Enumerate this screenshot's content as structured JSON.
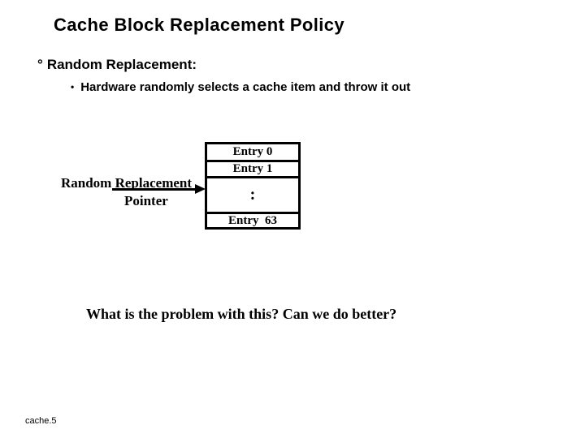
{
  "slide": {
    "title": "Cache Block Replacement Policy",
    "bullets": {
      "main_marker": "°",
      "main": "Random Replacement:",
      "sub_marker": "•",
      "sub": "Hardware randomly selects a cache item and throw it out"
    },
    "diagram": {
      "pointer_label_line1": "Random Replacement",
      "pointer_label_line2": "Pointer",
      "entries": [
        "Entry 0",
        "Entry 1",
        ":",
        "Entry  63"
      ]
    },
    "question": "What is the problem with this? Can we do better?",
    "footer": "cache.5",
    "colors": {
      "text": "#000000",
      "background": "#ffffff",
      "line": "#000000"
    }
  }
}
